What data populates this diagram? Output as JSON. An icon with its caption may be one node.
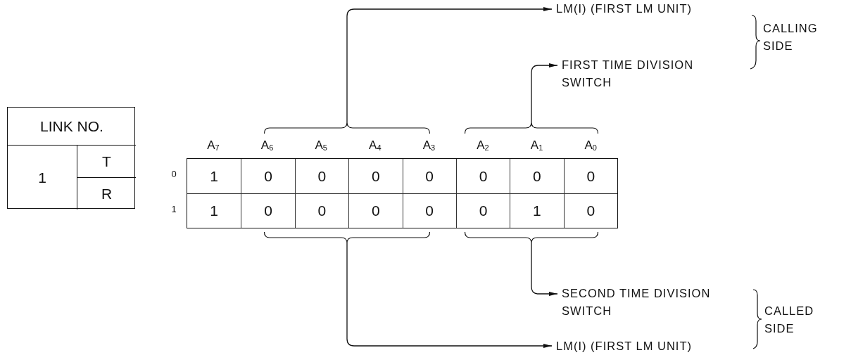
{
  "diagram": {
    "nodes": [
      {
        "text": [
          "LM(I) (FIRST LM UNIT)"
        ]
      },
      {
        "text": [
          "FIRST TIME DIVISION SWITCH"
        ]
      },
      {
        "text": [
          "SECOND TIME DIVISION SWITCH"
        ]
      },
      {
        "text": [
          "LM(I) (FIRST LM UNIT)"
        ]
      },
      {
        "text": [],
        "shape": "bracket"
      },
      {
        "text": [],
        "shape": "bracket"
      },
      {
        "text": [],
        "shape": "bracket"
      },
      {
        "text": [],
        "shape": "bracket"
      }
    ],
    "edges": [
      {
        "from": 4,
        "to": 0,
        "arrow": "to"
      },
      {
        "from": 5,
        "to": 1,
        "arrow": "to"
      },
      {
        "from": 7,
        "to": 2,
        "arrow": "to"
      },
      {
        "from": 6,
        "to": 3,
        "arrow": "to"
      }
    ],
    "labels": [
      "LINK NO.",
      "1",
      "T",
      "R",
      "A$_{7}$",
      "A$_{6}$",
      "A$_{5}$",
      "A$_{4}$",
      "A$_{3}$",
      "A$_{2}$",
      "A$_{1}$",
      "A$_{0}$",
      "0",
      "1",
      "0",
      "0",
      "0",
      "0",
      "0",
      "0",
      "0",
      "1",
      "1",
      "0",
      "0",
      "0",
      "0",
      "0",
      "1",
      "0",
      "CALLING SIDE",
      "CALLED SIDE"
    ]
  }
}
